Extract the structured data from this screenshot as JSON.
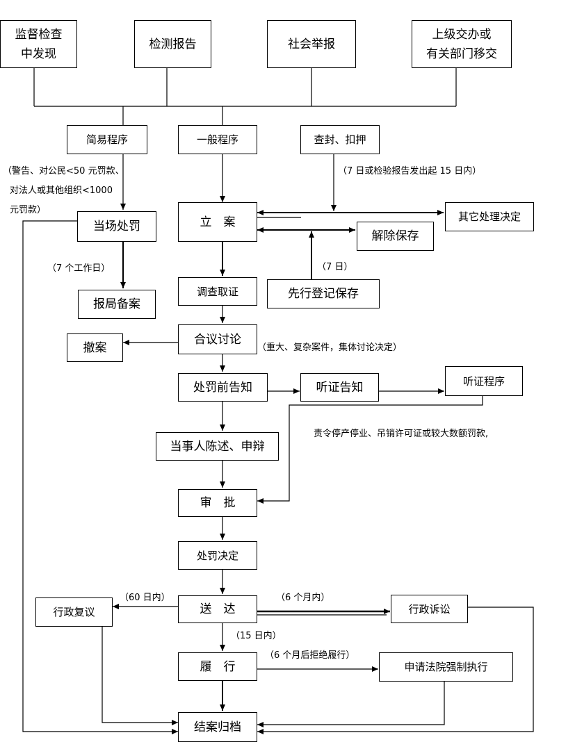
{
  "boxes": {
    "supervision": "监督检查\n中发现",
    "test_report": "检测报告",
    "social_report": "社会举报",
    "superior": "上级交办或\n有关部门移交",
    "simple": "简易程序",
    "general": "一般程序",
    "seal": "查封、扣押",
    "onsite": "当场处罚",
    "filing": "立　案",
    "other_decision": "其它处理决定",
    "release": "解除保存",
    "report_record": "报局备案",
    "investigate": "调查取证",
    "register": "先行登记保存",
    "discuss": "合议讨论",
    "withdraw": "撤案",
    "pre_notice": "处罚前告知",
    "hearing_notice": "听证告知",
    "hearing_proc": "听证程序",
    "statement": "当事人陈述、申辩",
    "approval": "审　批",
    "decision": "处罚决定",
    "review": "行政复议",
    "delivery": "送　达",
    "litigation": "行政诉讼",
    "perform": "履　行",
    "court": "申请法院强制执行",
    "archive": "结案归档"
  },
  "notes": {
    "simple_cond_1": "（警告、对公民<50 元罚款、",
    "simple_cond_2": "对法人或其他组织<1000",
    "simple_cond_3": "元罚款）",
    "seal_days": "（7 日或检验报告发出起 15 日内）",
    "register_days": "（7 日）",
    "workdays": "（7 个工作日）",
    "collective": "（重大、复杂案件，集体讨论决定）",
    "hearing_cond": "责令停产停业、吊销许可证或较大数额罚款,",
    "days60": "（60 日内）",
    "months6": "（6 个月内）",
    "days15": "（15 日内）",
    "refuse": "（6 个月后拒绝履行）"
  }
}
